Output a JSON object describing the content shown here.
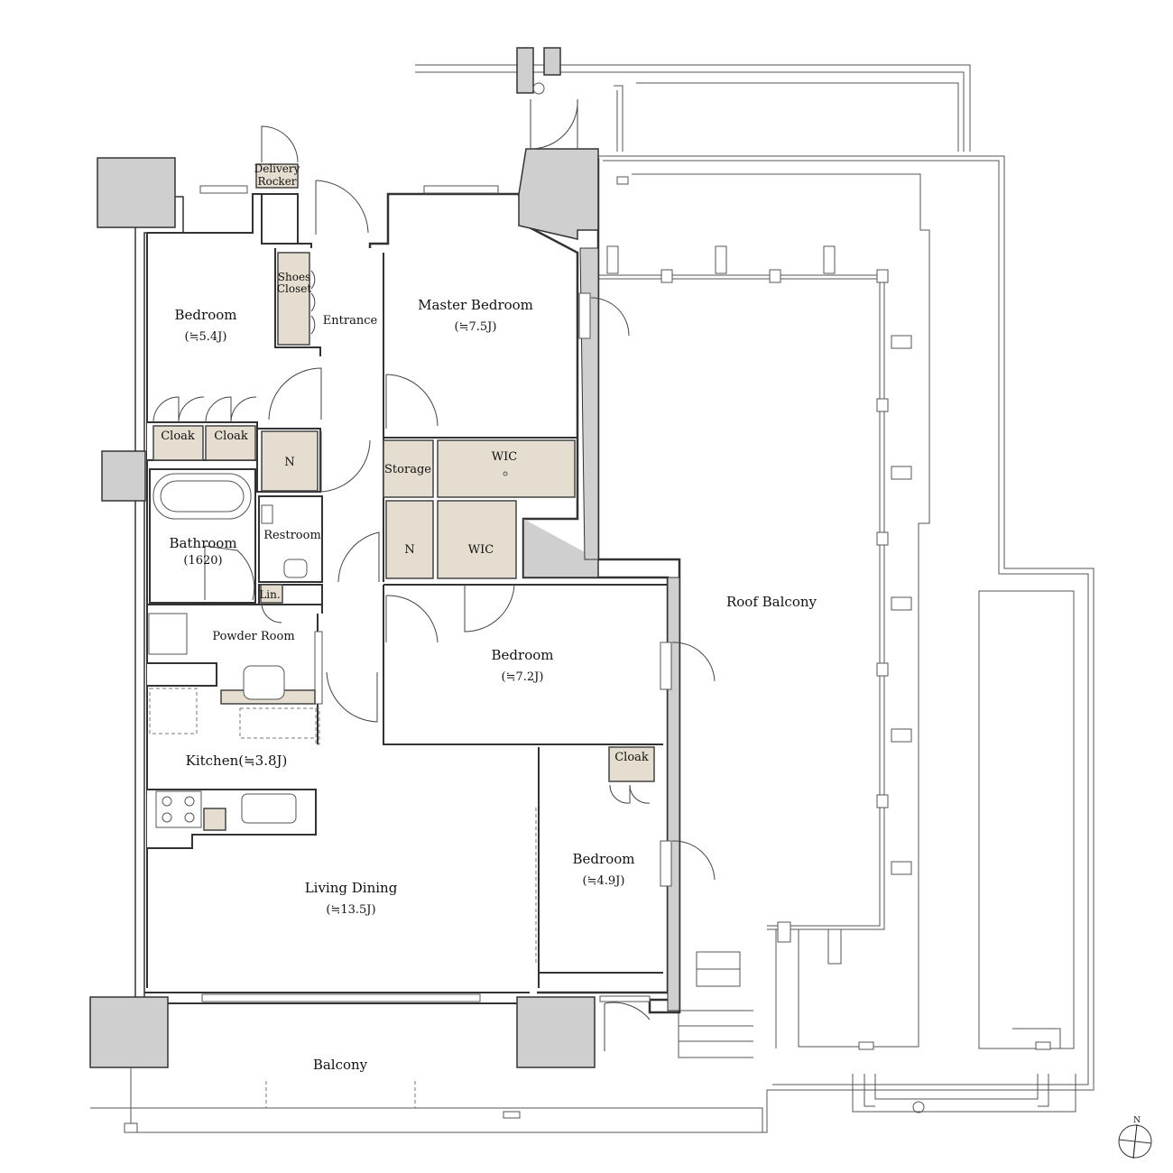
{
  "rooms": {
    "bedroom_nw": {
      "name": "Bedroom",
      "size": "(≒5.4J)"
    },
    "master_bedroom": {
      "name": "Master Bedroom",
      "size": "(≒7.5J)"
    },
    "bedroom_mid": {
      "name": "Bedroom",
      "size": "(≒7.2J)"
    },
    "bedroom_se": {
      "name": "Bedroom",
      "size": "(≒4.9J)"
    },
    "kitchen": {
      "name": "Kitchen(≒3.8J)"
    },
    "living_dining": {
      "name": "Living Dining",
      "size": "(≒13.5J)"
    },
    "bathroom": {
      "name": "Bathroom",
      "size": "(1620)"
    },
    "restroom": {
      "name": "Restroom"
    },
    "powder_room": {
      "name": "Powder Room"
    },
    "entrance": {
      "name": "Entrance"
    },
    "roof_balcony": {
      "name": "Roof Balcony"
    },
    "balcony": {
      "name": "Balcony"
    }
  },
  "storage": {
    "delivery_line1": "Delivery",
    "delivery_line2": "Rocker",
    "shoes_line1": "Shoes",
    "shoes_line2": "Closet",
    "cloak_left": "Cloak",
    "cloak_right": "Cloak",
    "cloak_se": "Cloak",
    "n_upper": "N",
    "n_lower": "N",
    "storage": "Storage",
    "wic_upper": "WIC",
    "wic_lower": "WIC",
    "linen": "Lin."
  },
  "compass": {
    "north": "N"
  },
  "colors": {
    "storage_fill": "#e4ddd0",
    "column_fill": "#cfcfcf",
    "wall_stroke": "#333333"
  }
}
